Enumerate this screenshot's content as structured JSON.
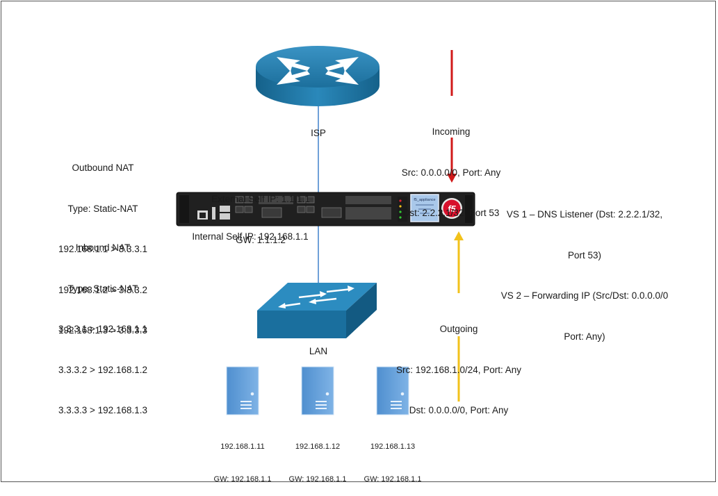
{
  "nodes": {
    "isp_label": "ISP",
    "lan_label": "LAN"
  },
  "appliance": {
    "screen_title": "f5_appliance",
    "logo": "f5"
  },
  "self_ips": {
    "external": [
      "External Self IP: 1.1.1.1",
      "GW: 1.1.1.2"
    ],
    "internal": "Internal Self IP: 192.168.1.1"
  },
  "nat": {
    "outbound": [
      "Outbound NAT",
      "Type: Static-NAT",
      "192.168.1.1 > 3.3.3.1",
      "192.168.1.2 > 3.3.3.2",
      "192.168.1.3 > 3.3.3.3"
    ],
    "inbound": [
      "Inbound NAT",
      "Type: Static-NAT",
      "3.3.3.1 > 192.168.1.1",
      "3.3.3.2 > 192.168.1.2",
      "3.3.3.3 > 192.168.1.3"
    ]
  },
  "traffic": {
    "incoming": [
      "Incoming",
      "Src: 0.0.0.0/0, Port: Any",
      "Dst: 2.2.2.1/32, Port 53"
    ],
    "outgoing": [
      "Outgoing",
      "Src: 192.168.1.0/24, Port: Any",
      "Dst: 0.0.0.0/0, Port: Any"
    ]
  },
  "virtual_servers": [
    "VS 1 – DNS Listener (Dst: 2.2.2.1/32,",
    "Port 53)",
    "VS 2 – Forwarding IP (Src/Dst: 0.0.0.0/0",
    "Port: Any)"
  ],
  "servers": [
    {
      "ip": "192.168.1.11",
      "gw": "GW: 192.168.1.1"
    },
    {
      "ip": "192.168.1.12",
      "gw": "GW: 192.168.1.1"
    },
    {
      "ip": "192.168.1.13",
      "gw": "GW: 192.168.1.1"
    }
  ],
  "colors": {
    "incoming_arrow": "#d11a1a",
    "outgoing_arrow": "#f2c21b",
    "link": "#6fa0d8",
    "device_blue": "#1f78a8",
    "server_blue": "#5b9bd5"
  }
}
